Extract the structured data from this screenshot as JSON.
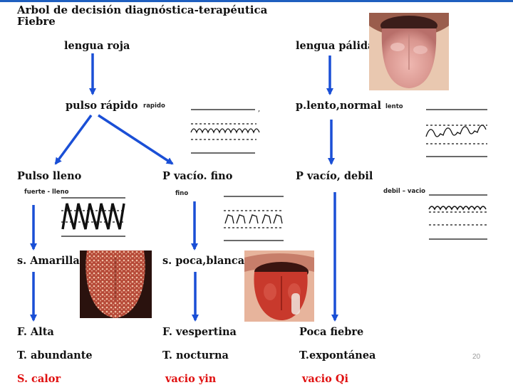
{
  "title": {
    "line1": "Arbol de decisión diagnóstica-terapéutica",
    "line2": "Fiebre"
  },
  "nodes": {
    "lengua_roja": "lengua roja",
    "lengua_palida": "lengua pálida",
    "pulso_rapido": "pulso rápido",
    "p_lento_normal": "p.lento,normal",
    "pulso_lleno": "Pulso lleno",
    "p_vacio_fino": "P vacío. fino",
    "p_vacio_debil": "P vacío, debil",
    "s_amarilla": "s. Amarilla",
    "s_poca_blanca": "s. poca,blanca",
    "f_alta": "F. Alta",
    "f_vespertina": "F. vespertina",
    "poca_fiebre": "Poca fiebre",
    "t_abundante": "T. abundante",
    "t_nocturna": "T. nocturna",
    "t_expontanea": "T.expontánea",
    "s_calor": "S. calor",
    "vacio_yin": "vacio yin",
    "vacio_qi": "vacio Qi"
  },
  "pulse_labels": {
    "rapido": "rapido",
    "lento": "lento",
    "fuerte_lleno": "fuerte - lleno",
    "fino": "fino",
    "debil_vacio": "debil – vacio"
  },
  "page_number": "20",
  "colors": {
    "arrow": "#1a4fd6",
    "outcome": "#e01010",
    "top_bar": "#1f5fbf"
  }
}
